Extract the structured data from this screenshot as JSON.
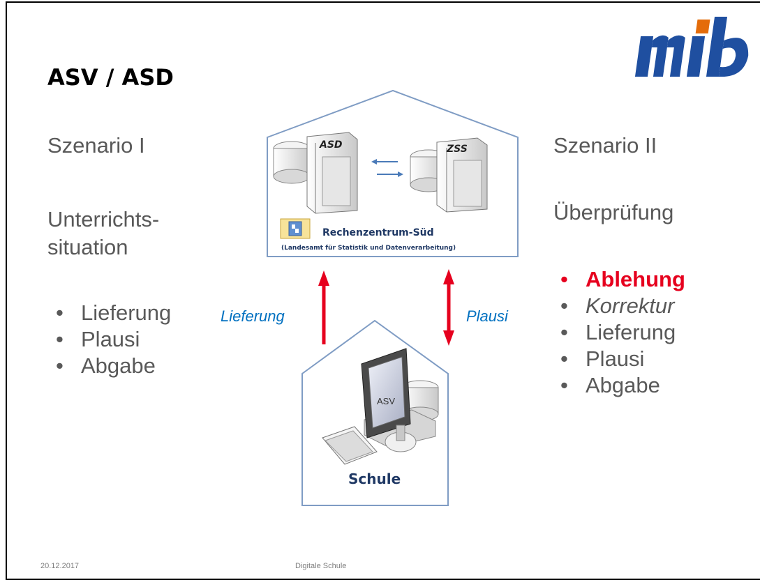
{
  "title": "ASV / ASD",
  "logo": {
    "text": "mib",
    "color": "#1f4fa0",
    "accent": "#e46c0a"
  },
  "left": {
    "scenario": "Szenario I",
    "desc_line1": "Unterrichts-",
    "desc_line2": "situation",
    "items": [
      "Lieferung",
      "Plausi",
      "Abgabe"
    ]
  },
  "right": {
    "scenario": "Szenario II",
    "desc": "Überprüfung",
    "items": [
      {
        "label": "Ablehung",
        "style": "red-bold"
      },
      {
        "label": "Korrektur",
        "style": "italic"
      },
      {
        "label": "Lieferung",
        "style": "normal"
      },
      {
        "label": "Plausi",
        "style": "normal"
      },
      {
        "label": "Abgabe",
        "style": "normal"
      }
    ],
    "bullet": "•"
  },
  "diagram": {
    "server_asd": "ASD",
    "server_zss": "ZSS",
    "datacenter_name": "Rechenzentrum-Süd",
    "datacenter_sub": "(Landesamt für Statistik und Datenverarbeitung)",
    "arrow_left_label": "Lieferung",
    "arrow_right_label": "Plausi",
    "client_screen": "ASV",
    "school_label": "Schule"
  },
  "footer": {
    "date": "20.12.2017",
    "center": "Digitale Schule"
  }
}
